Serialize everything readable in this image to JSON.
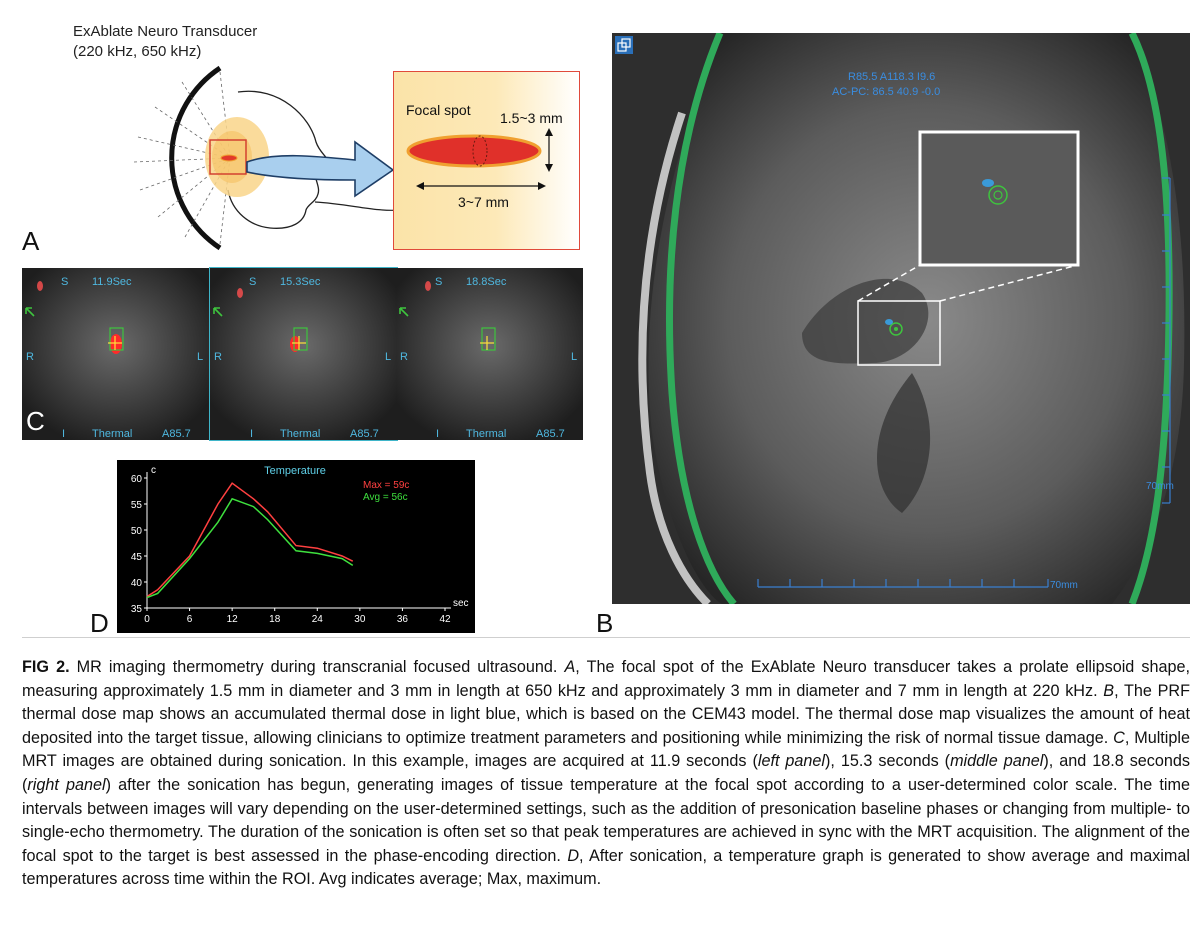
{
  "panel_a": {
    "letter": "A",
    "title_line1": "ExAblate Neuro Transducer",
    "title_line2": "(220 kHz, 650 kHz)",
    "focal_label": "Focal spot",
    "diameter_label": "1.5~3 mm",
    "length_label": "3~7 mm"
  },
  "panel_b": {
    "letter": "B",
    "coords_line1": "R85.5 A118.3 I9.6",
    "coords_line2": "AC-PC: 86.5  40.9 -0.0",
    "scale_vertical": "70mm",
    "scale_horizontal": "70mm"
  },
  "panel_c": {
    "letter": "C",
    "frames": [
      {
        "time": "11.9Sec",
        "sup": "S",
        "left": "R",
        "right": "L",
        "inf": "I",
        "mode": "Thermal",
        "slice": "A85.7"
      },
      {
        "time": "15.3Sec",
        "sup": "S",
        "left": "R",
        "right": "L",
        "inf": "I",
        "mode": "Thermal",
        "slice": "A85.7"
      },
      {
        "time": "18.8Sec",
        "sup": "S",
        "left": "R",
        "right": "L",
        "inf": "I",
        "mode": "Thermal",
        "slice": "A85.7"
      }
    ]
  },
  "panel_d": {
    "letter": "D",
    "colors": {
      "max": "#ff4040",
      "avg": "#3ee03e",
      "axis": "#ffffff",
      "title": "#5fd0e8"
    }
  },
  "chart_data": {
    "type": "line",
    "title": "Temperature",
    "xlabel": "sec",
    "ylabel": "c",
    "xlim": [
      0,
      42
    ],
    "ylim": [
      35,
      60
    ],
    "x_ticks": [
      "0",
      "6",
      "12",
      "18",
      "24",
      "30",
      "36",
      "42"
    ],
    "y_ticks": [
      "35",
      "40",
      "45",
      "50",
      "55",
      "60"
    ],
    "legend": [
      "Max = 59c",
      "Avg = 56c"
    ],
    "series": [
      {
        "name": "Max = 59c",
        "color": "#ff4040",
        "x": [
          0,
          1.5,
          6,
          10,
          12,
          15,
          17,
          21,
          24,
          27.5,
          29
        ],
        "y": [
          37.2,
          38.5,
          45,
          55,
          59,
          56,
          53.5,
          47,
          46.5,
          45,
          44
        ]
      },
      {
        "name": "Avg = 56c",
        "color": "#3ee03e",
        "x": [
          0,
          1.5,
          6,
          10,
          12,
          15,
          17,
          21,
          24,
          27.5,
          29
        ],
        "y": [
          37,
          37.8,
          44.5,
          51.5,
          56,
          54.5,
          52,
          46,
          45.5,
          44.5,
          43.2
        ]
      }
    ]
  },
  "caption": {
    "label": "FIG 2.",
    "t1": " MR imaging thermometry during transcranial focused ultrasound. ",
    "a": "A",
    "t2": ", The focal spot of the ExAblate Neuro transducer takes a prolate ellipsoid shape, measuring approximately 1.5 mm in diameter and 3 mm in length at 650 kHz and approximately 3 mm in diameter and 7 mm in length at 220 kHz. ",
    "b": "B",
    "t3": ", The PRF thermal dose map shows an accumulated thermal dose in light blue, which is based on the CEM43 model. The thermal dose map visualizes the amount of heat deposited into the target tissue, allowing clinicians to optimize treatment parameters and positioning while minimizing the risk of normal tissue damage. ",
    "c": "C",
    "t4": ", Multiple MRT images are obtained during sonication. In this example, images are acquired at 11.9 seconds (",
    "left_panel": "left panel",
    "t5": "), 15.3 seconds (",
    "middle_panel": "middle panel",
    "t6": "), and 18.8 seconds (",
    "right_panel": "right panel",
    "t7": ") after the sonication has begun, generating images of tissue temperature at the focal spot according to a user-determined color scale. The time intervals between images will vary depending on the user-determined settings, such as the addition of presonication baseline phases or changing from multiple- to single-echo thermometry. The duration of the sonication is often set so that peak temperatures are achieved in sync with the MRT acquisition. The alignment of the focal spot to the target is best assessed in the phase-encoding direction. ",
    "d": "D",
    "t8": ", After sonication, a temperature graph is generated to show average and maximal temperatures across time within the ROI. Avg indicates average; Max, maximum."
  }
}
